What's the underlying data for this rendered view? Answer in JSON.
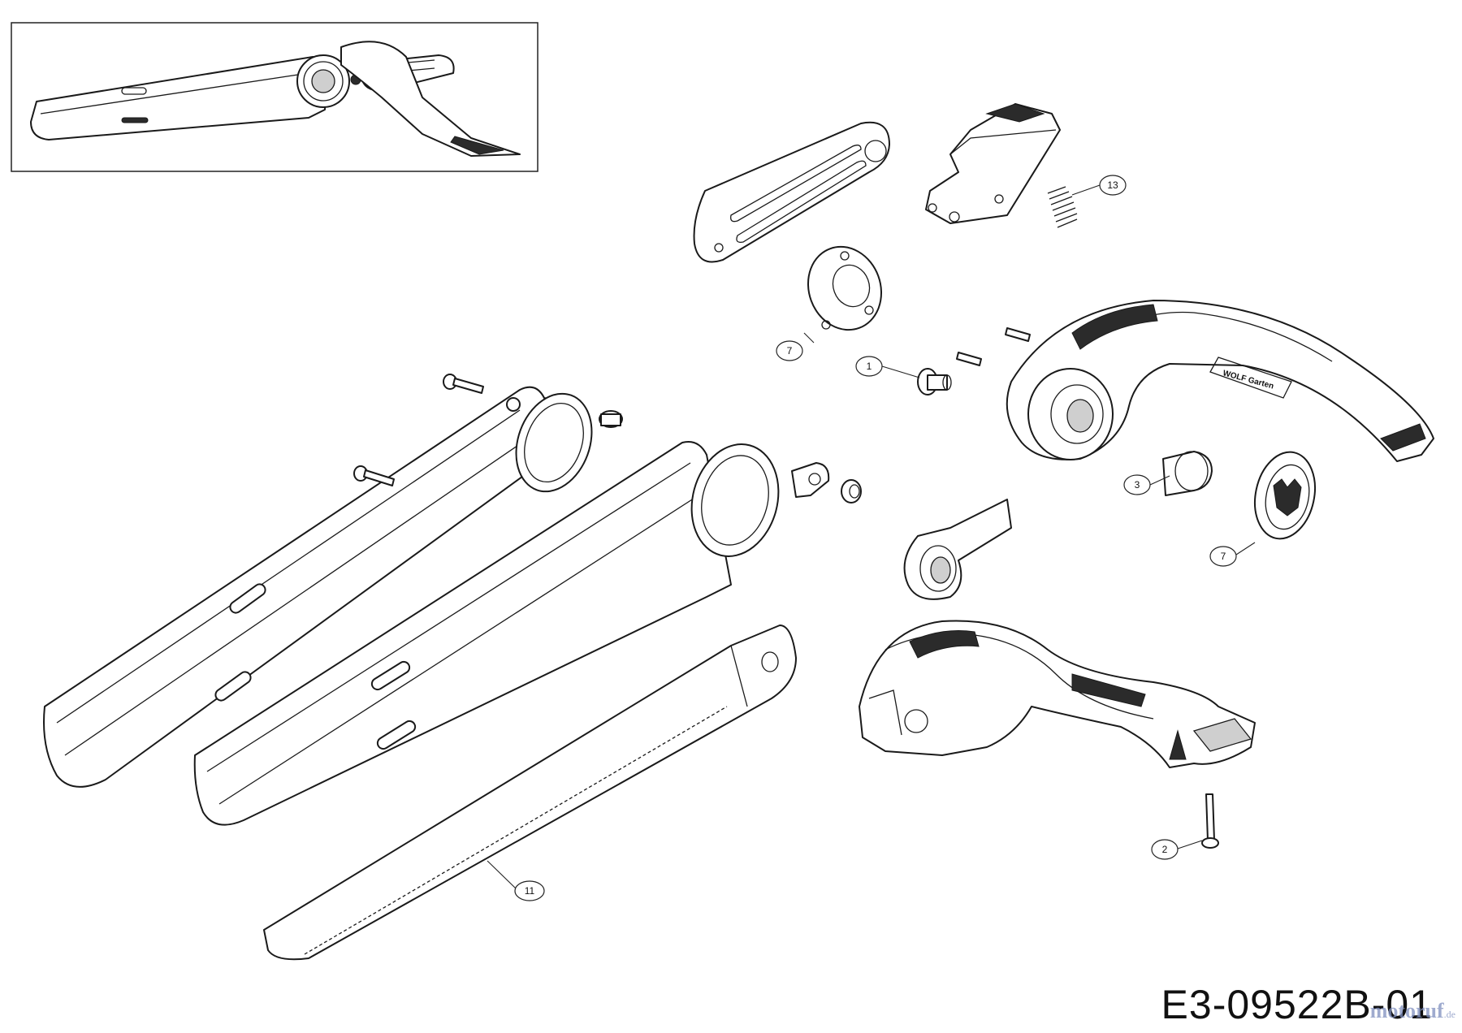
{
  "diagram": {
    "code": "E3-09522B-01",
    "watermark": "motoruf",
    "watermark_suffix": ".de"
  },
  "callouts": [
    {
      "id": "c-7a",
      "label": "7"
    },
    {
      "id": "c-1",
      "label": "1"
    },
    {
      "id": "c-13",
      "label": "13"
    },
    {
      "id": "c-3",
      "label": "3"
    },
    {
      "id": "c-7b",
      "label": "7"
    },
    {
      "id": "c-2",
      "label": "2"
    },
    {
      "id": "c-11",
      "label": "11"
    }
  ]
}
